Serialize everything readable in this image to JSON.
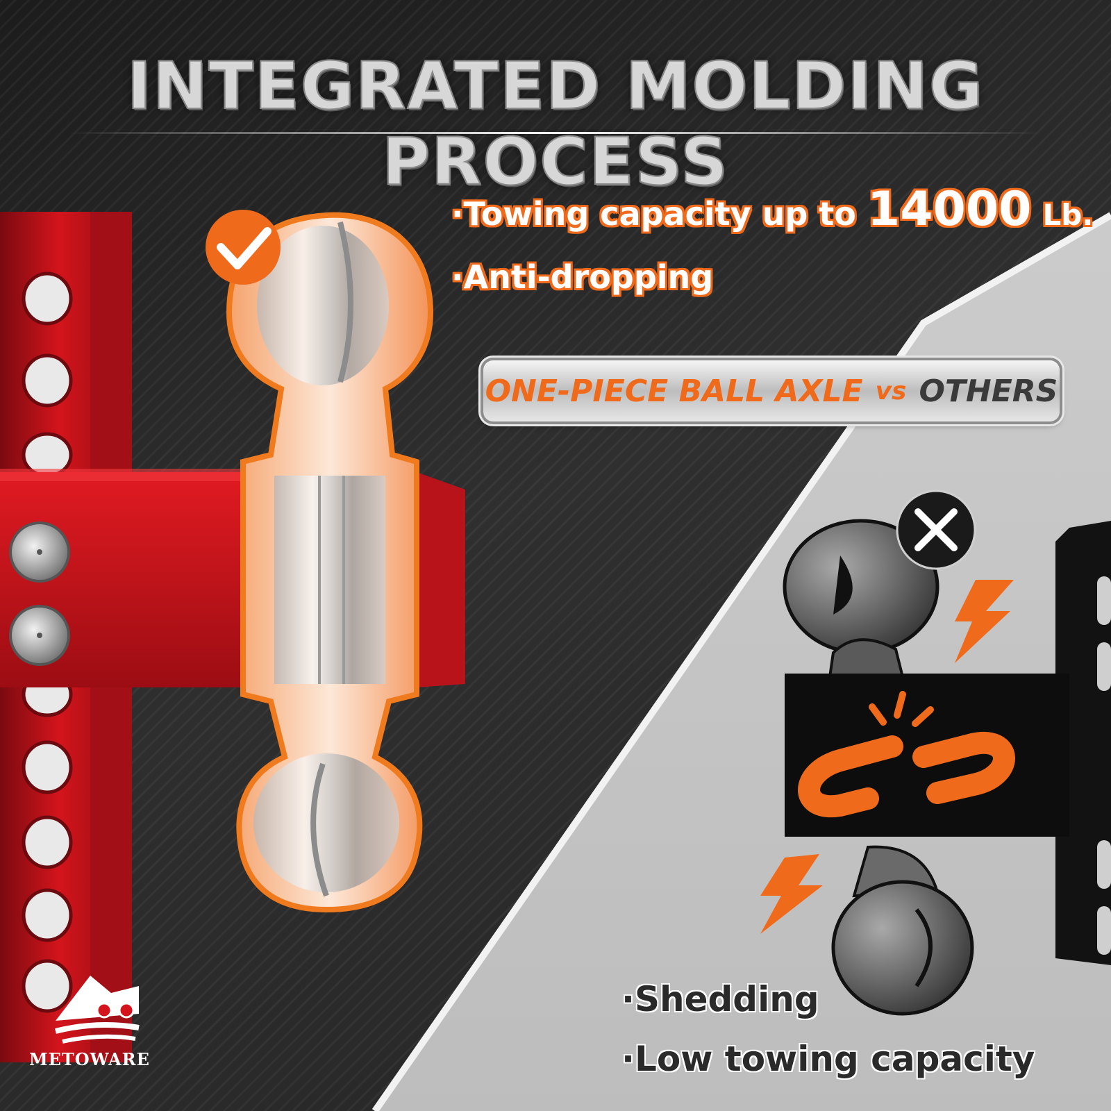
{
  "title": "INTEGRATED MOLDING PROCESS",
  "features_good": {
    "bullet_char": "·",
    "item1_prefix": "Towing capacity up to ",
    "item1_value": "14000",
    "item1_unit": "Lb.",
    "item2": "Anti-dropping"
  },
  "comparison": {
    "left": "ONE-PIECE BALL AXLE",
    "vs": "vs",
    "right": "OTHERS"
  },
  "features_bad": {
    "item1": "Shedding",
    "item2": "Low towing capacity"
  },
  "brand": "METOWARE",
  "icons": {
    "good": "check-icon",
    "bad": "x-icon",
    "break": "broken-link-icon",
    "impact": "lightning-bolt-icon"
  },
  "colors": {
    "accent": "#f06a1c",
    "hitch_red": "#d4141c",
    "dark_bg": "#262626",
    "light_bg": "#c6c6c6"
  }
}
